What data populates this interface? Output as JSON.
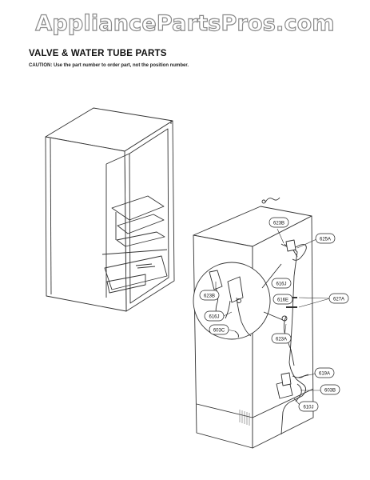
{
  "header": {
    "watermark": "AppliancePartsPros.com",
    "title": "VALVE & WATER TUBE PARTS",
    "caution": "CAUTION: Use the part number to order part, not the position number."
  },
  "callouts": [
    {
      "id": "623B",
      "label": "623B"
    },
    {
      "id": "625A",
      "label": "625A"
    },
    {
      "id": "616J",
      "label": "616J"
    },
    {
      "id": "616E",
      "label": "616E"
    },
    {
      "id": "627A",
      "label": "627A"
    },
    {
      "id": "623A",
      "label": "623A"
    },
    {
      "id": "619A",
      "label": "619A"
    },
    {
      "id": "603B",
      "label": "603B"
    },
    {
      "id": "610J",
      "label": "610J"
    },
    {
      "id": "623B-detail",
      "label": "623B"
    },
    {
      "id": "616J-detail",
      "label": "616J"
    },
    {
      "id": "603C",
      "label": "603C"
    }
  ]
}
